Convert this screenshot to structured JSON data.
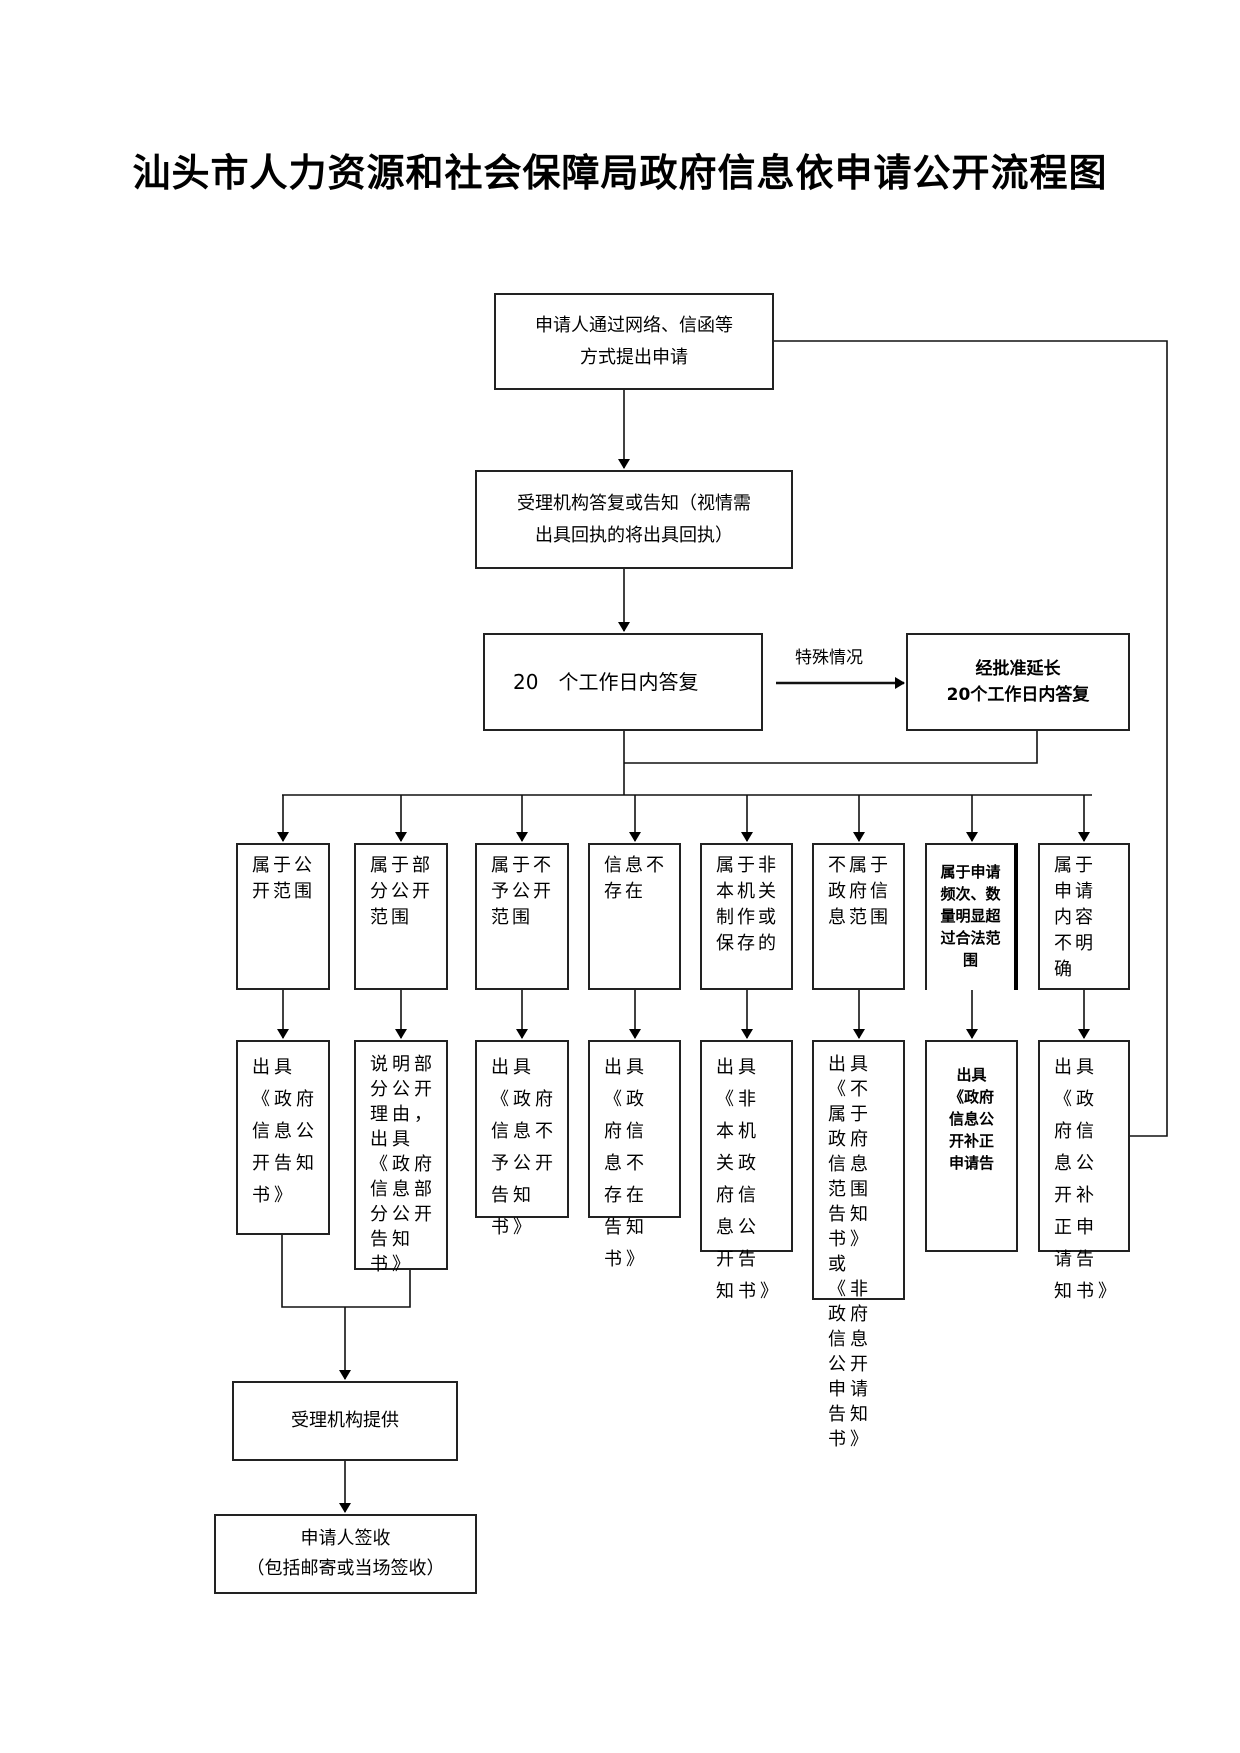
{
  "title": "汕头市人力资源和社会保障局政府信息依申请公开流程图",
  "steps": {
    "apply": [
      "申请人通过网络、信函等",
      "方式提出申请"
    ],
    "receive": [
      "受理机构答复或告知（视情需",
      "出具回执的将出具回执）"
    ],
    "reply20": "20　个工作日内答复",
    "special_label": "特殊情况",
    "extend": [
      "经批准延长",
      "20个工作日内答复"
    ],
    "provide": "受理机构提供",
    "sign": [
      "申请人签收",
      "（包括邮寄或当场签收）"
    ]
  },
  "categories": [
    {
      "label": "属于公开范围",
      "result": "出具《政府信息公开告知书》"
    },
    {
      "label": "属于部分公开范围",
      "result": "说明部分公开理由，出具《政府信息部分公开告知书》"
    },
    {
      "label": "属于不予公开范围",
      "result": "出具《政府信息不予公开告知书》"
    },
    {
      "label": "信息不存在",
      "result": "出具《政府信息不存在告知书》"
    },
    {
      "label": "属于非本机关制作或保存的",
      "result": "出具《非本机关政府信息公开告知书》"
    },
    {
      "label": "不属于政府信息范围",
      "result": "出具《不属于政府信息范围告知书》或《非政府信息公开申请告知书》"
    },
    {
      "label": "属于申请频次、数量明显超过合法范围",
      "result": "出具《政府信息公开补正申请告"
    },
    {
      "label": "属于申请内容不明确",
      "result": "出具《政府信息公开补正申请告知书》"
    }
  ]
}
